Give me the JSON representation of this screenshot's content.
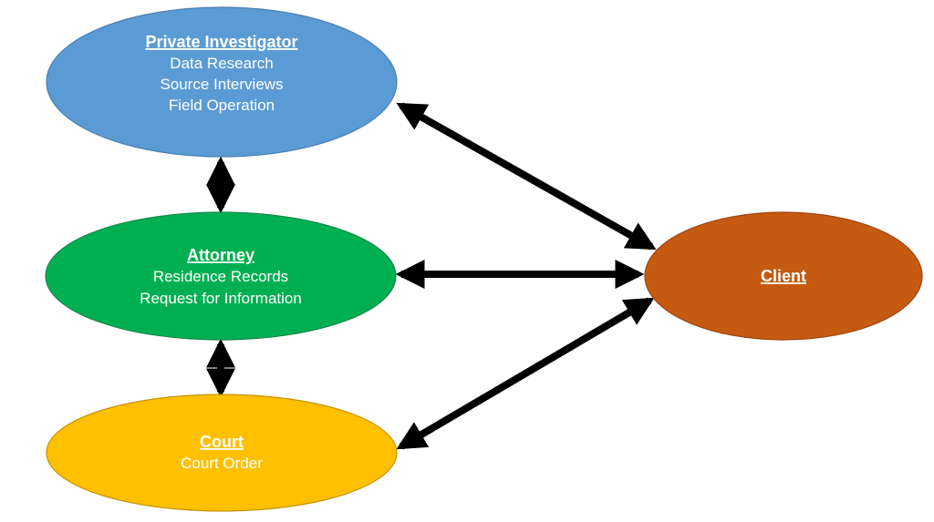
{
  "colors": {
    "investigator": "#5b9bd5",
    "investigator_border": "#4a7fb0",
    "attorney": "#00b050",
    "attorney_border": "#15884a",
    "court": "#ffc000",
    "court_border": "#c79300",
    "client": "#c55a11",
    "client_border": "#9a4612",
    "arrow": "#000000",
    "text": "#ffffff"
  },
  "nodes": {
    "investigator": {
      "title": "Private Investigator",
      "lines": [
        "Data Research",
        "Source Interviews",
        "Field Operation"
      ]
    },
    "attorney": {
      "title": "Attorney",
      "lines": [
        "Residence Records",
        "Request for Information"
      ]
    },
    "court": {
      "title": "Court",
      "lines": [
        "Court Order"
      ]
    },
    "client": {
      "title": "Client",
      "lines": []
    }
  },
  "connections": [
    {
      "from": "investigator",
      "to": "attorney",
      "direction": "both"
    },
    {
      "from": "attorney",
      "to": "court",
      "direction": "both"
    },
    {
      "from": "investigator",
      "to": "client",
      "direction": "both"
    },
    {
      "from": "attorney",
      "to": "client",
      "direction": "both"
    },
    {
      "from": "court",
      "to": "client",
      "direction": "both"
    }
  ]
}
